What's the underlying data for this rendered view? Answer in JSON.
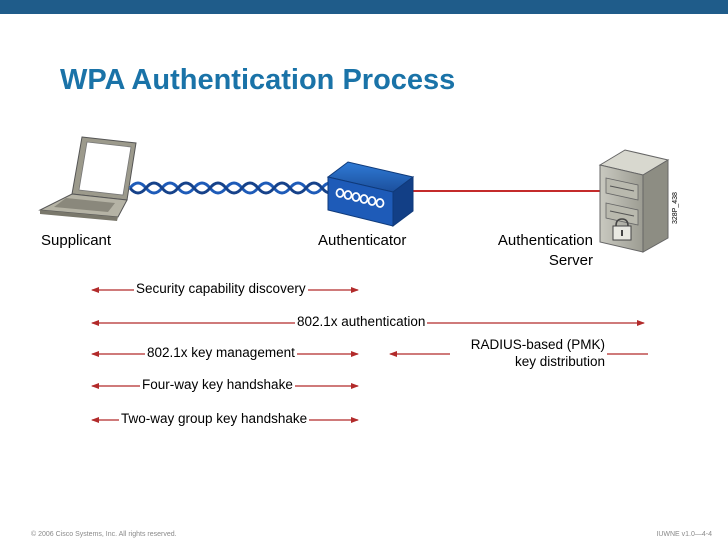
{
  "title": "WPA Authentication Process",
  "nodes": {
    "supplicant": "Supplicant",
    "authenticator": "Authenticator",
    "auth_server_line1": "Authentication",
    "auth_server_line2": "Server"
  },
  "flows": [
    {
      "label": "Security capability discovery"
    },
    {
      "label": "802.1x authentication"
    },
    {
      "label": "802.1x key management"
    },
    {
      "label": "RADIUS-based (PMK)",
      "label2": "key distribution"
    },
    {
      "label": "Four-way key handshake"
    },
    {
      "label": "Two-way group key handshake"
    }
  ],
  "figure_id": "328P_438",
  "footer": {
    "copyright": "© 2006 Cisco Systems, Inc. All rights reserved.",
    "course": "IUWNE v1.0—4-4"
  },
  "colors": {
    "title": "#1a73a8",
    "topbar": "#1f5c8a",
    "arrow": "#b22a2a",
    "device_blue": "#1e5bb8"
  }
}
